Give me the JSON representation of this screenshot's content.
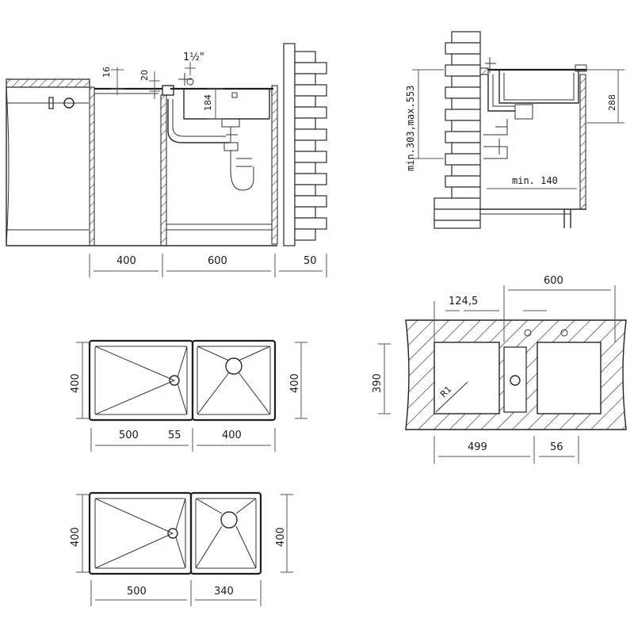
{
  "side_view": {
    "dim_16": "16",
    "dim_20": "20",
    "dim_pipe": "1½\"",
    "dim_184": "184",
    "dim_400": "400",
    "dim_600": "600",
    "dim_50": "50"
  },
  "section_view": {
    "dim_height_range": "min.303,max.553",
    "dim_288": "288",
    "dim_min140": "min. 140"
  },
  "sink_a": {
    "dim_height_left": "400",
    "dim_height_right": "400",
    "dim_width_left": "500",
    "dim_gap": "55",
    "dim_width_right": "400"
  },
  "sink_b": {
    "dim_height_left": "400",
    "dim_height_right": "400",
    "dim_width_left": "500",
    "dim_width_right": "340"
  },
  "countertop_view": {
    "dim_600": "600",
    "dim_124_5": "124,5",
    "dim_390": "390",
    "dim_499": "499",
    "dim_56": "56",
    "label_r": "R1"
  }
}
